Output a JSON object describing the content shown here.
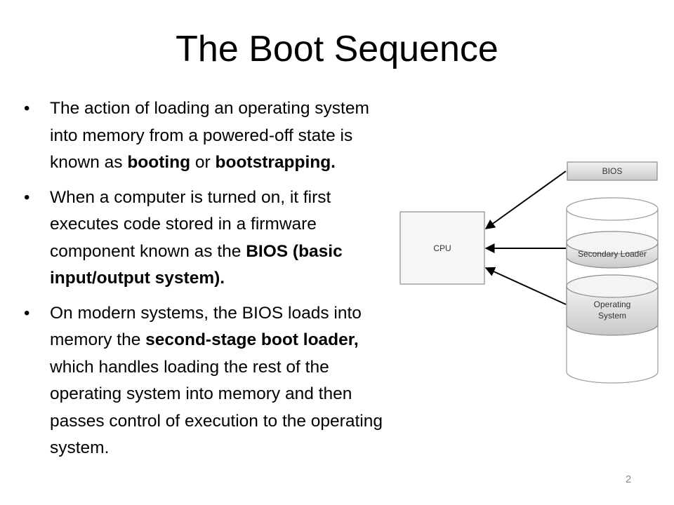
{
  "slide": {
    "title": "The Boot Sequence",
    "page_number": "2"
  },
  "bullets": [
    {
      "segments": [
        {
          "text": "The action of loading an operating system into memory from a powered-off state is known as ",
          "bold": false
        },
        {
          "text": "booting",
          "bold": true
        },
        {
          "text": " or ",
          "bold": false
        },
        {
          "text": "bootstrapping.",
          "bold": true
        }
      ]
    },
    {
      "segments": [
        {
          "text": "When a computer is turned on, it first executes code stored in a firmware component known as the ",
          "bold": false
        },
        {
          "text": "BIOS (basic input/output system).",
          "bold": true
        }
      ]
    },
    {
      "segments": [
        {
          "text": "On modern systems, the BIOS loads into memory the ",
          "bold": false
        },
        {
          "text": "second-stage boot loader,",
          "bold": true
        },
        {
          "text": " which handles loading the rest of the operating system into memory and then passes control of execution to the operating system.",
          "bold": false
        }
      ]
    }
  ],
  "diagram": {
    "cpu_label": "CPU",
    "bios_label": "BIOS",
    "secondary_loader_label": "Secondary Loader",
    "os_label_line1": "Operating",
    "os_label_line2": "System"
  }
}
